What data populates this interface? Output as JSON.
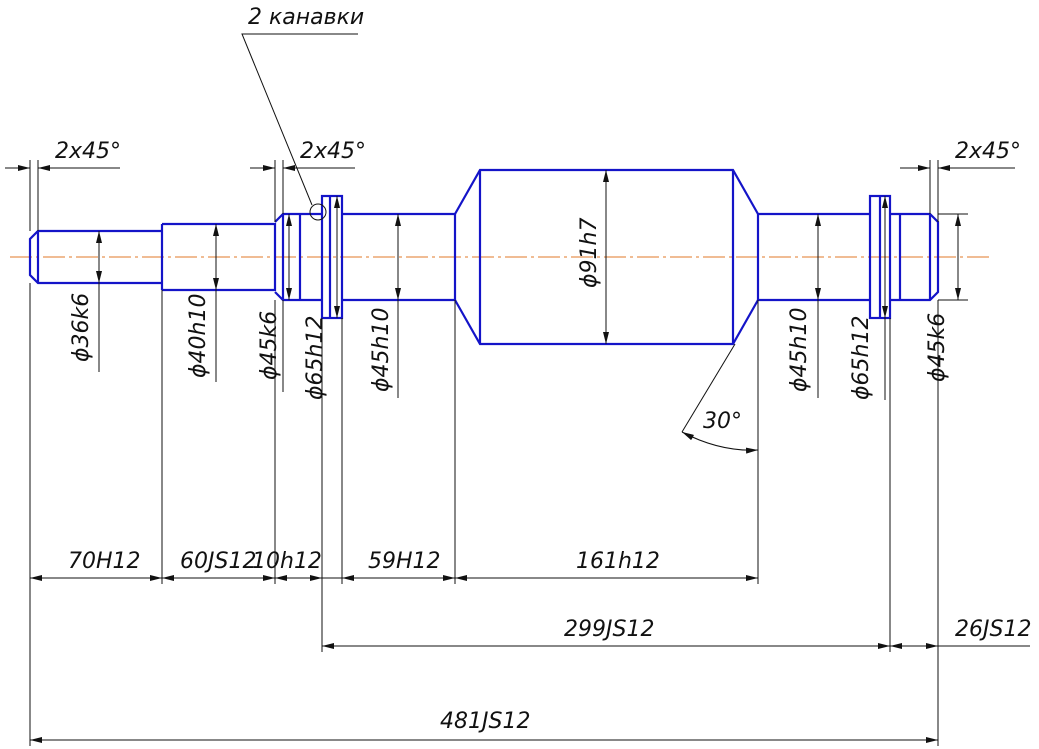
{
  "annotations": {
    "grooves": "2 канавки",
    "chamfer_left": "2x45°",
    "chamfer_mid": "2x45°",
    "chamfer_right": "2x45°",
    "angle": "30°"
  },
  "diameters": {
    "d1": "ϕ36k6",
    "d2": "ϕ40h10",
    "d3": "ϕ45k6",
    "d4": "ϕ65h12",
    "d5": "ϕ45h10",
    "d6": "ϕ91h7",
    "d7": "ϕ45h10",
    "d8": "ϕ65h12",
    "d9": "ϕ45k6"
  },
  "lengths": {
    "l1": "70H12",
    "l2": "60JS12",
    "l3": "10h12",
    "l4": "59H12",
    "l5": "161h12",
    "l6": "299JS12",
    "l7": "26JS12",
    "l8": "481JS12"
  },
  "colors": {
    "part_outline": "#1414c8",
    "center_line": "#e0782a",
    "dimension_lines": "#111111"
  }
}
